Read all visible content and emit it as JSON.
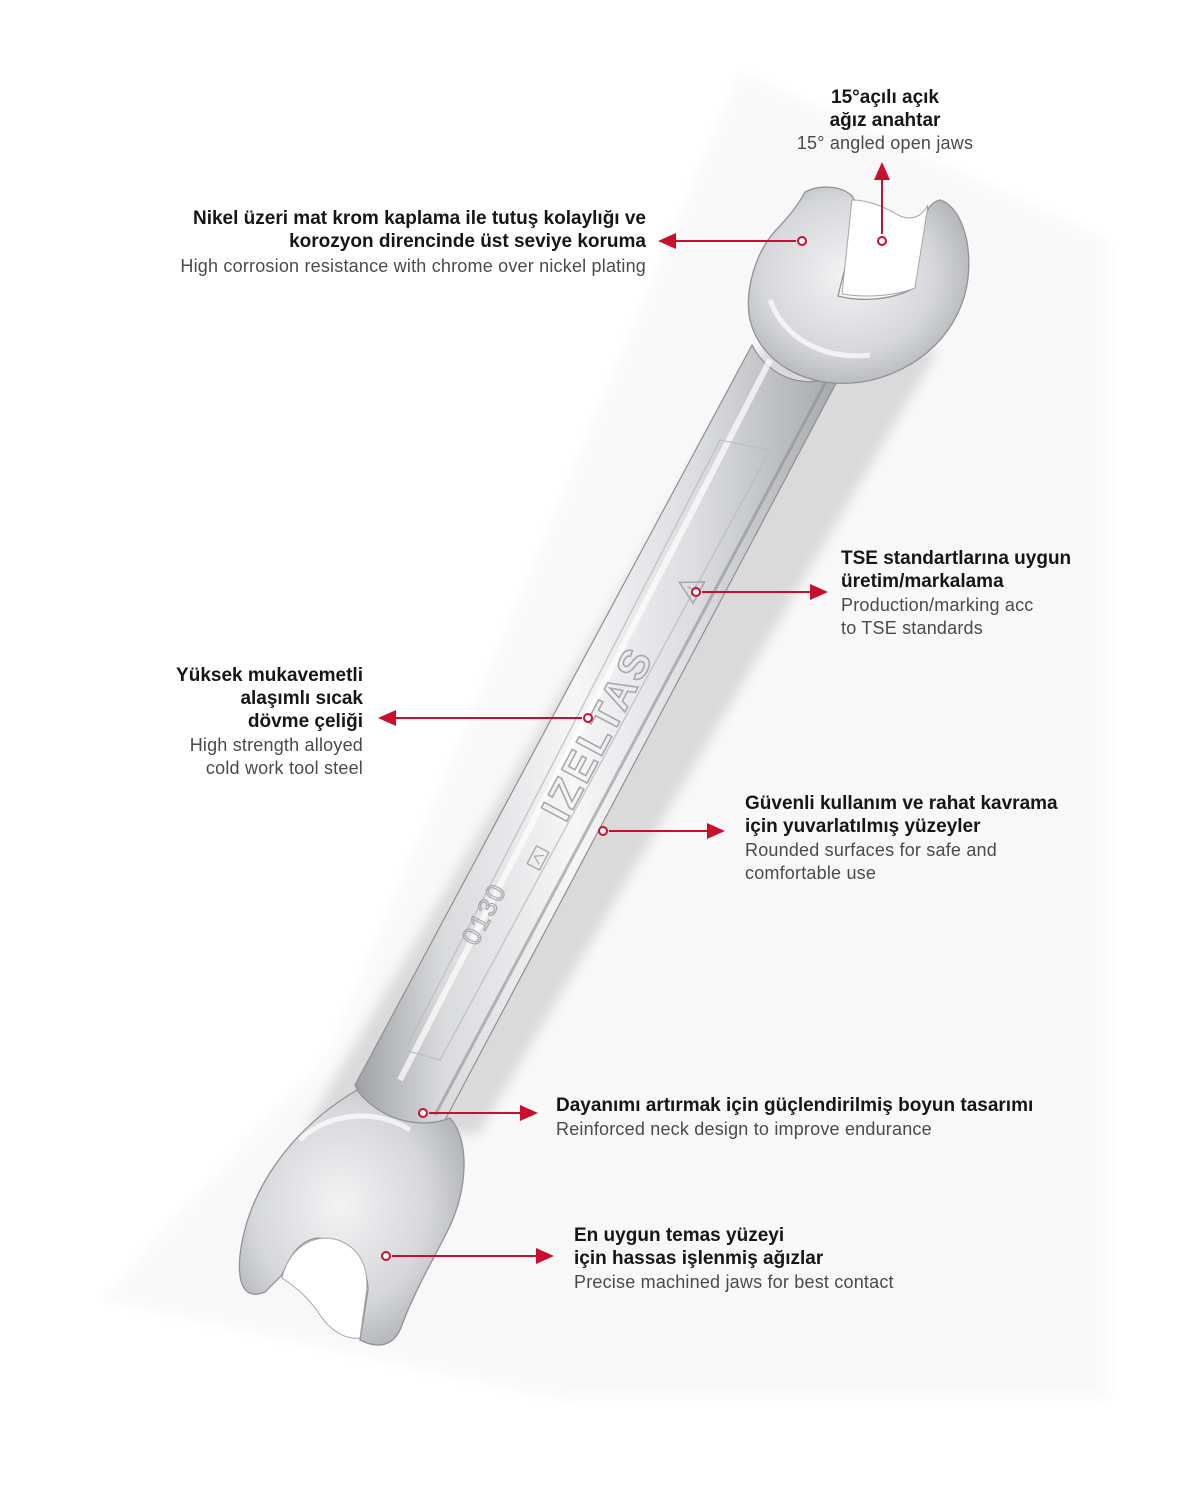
{
  "brand_mark": "IZELTAS",
  "model_mark": "0130",
  "accent_color": "#c8102e",
  "callouts": {
    "angled_jaws": {
      "tr": "15°açılı açık\nağız anahtar",
      "en": "15° angled open jaws"
    },
    "chrome": {
      "tr": "Nikel üzeri mat krom kaplama ile tutuş kolaylığı ve\nkorozyon direncinde üst seviye koruma",
      "en": "High corrosion resistance with chrome over nickel plating"
    },
    "tse": {
      "tr": "TSE standartlarına uygun\nüretim/markalama",
      "en": "Production/marking acc\nto TSE standards"
    },
    "steel": {
      "tr": "Yüksek mukavemetli\nalaşımlı sıcak\ndövme çeliği",
      "en": "High strength alloyed\ncold work tool steel"
    },
    "rounded": {
      "tr": "Güvenli kullanım ve rahat kavrama\niçin yuvarlatılmış yüzeyler",
      "en": "Rounded surfaces for safe and\ncomfortable use"
    },
    "neck": {
      "tr": "Dayanımı artırmak için güçlendirilmiş boyun tasarımı",
      "en": "Reinforced neck design to improve endurance"
    },
    "jaws": {
      "tr": "En uygun temas yüzeyi\niçin hassas işlenmiş ağızlar",
      "en": "Precise machined jaws for best contact"
    }
  }
}
